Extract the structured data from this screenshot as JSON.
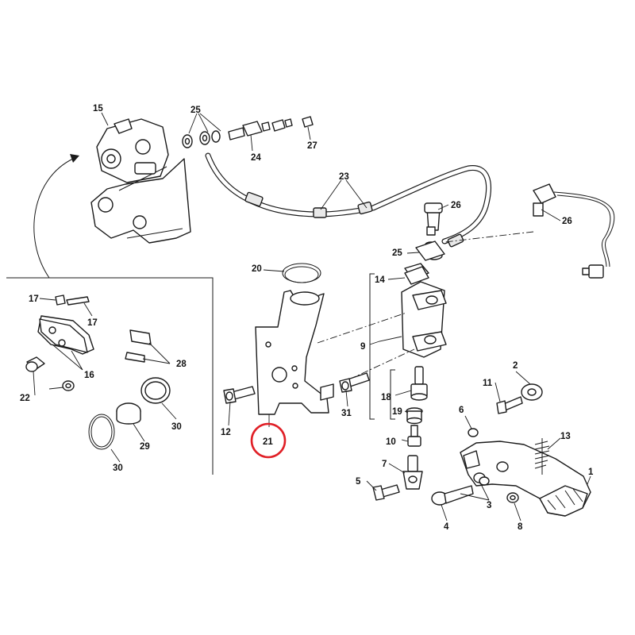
{
  "diagram": {
    "callouts": {
      "c1": "1",
      "c2": "2",
      "c3": "3",
      "c4": "4",
      "c5": "5",
      "c6": "6",
      "c7": "7",
      "c8": "8",
      "c9": "9",
      "c10": "10",
      "c11": "11",
      "c12": "12",
      "c13": "13",
      "c14": "14",
      "c15": "15",
      "c16": "16",
      "c17a": "17",
      "c17b": "17",
      "c18": "18",
      "c19": "19",
      "c20": "20",
      "c21": "21",
      "c22": "22",
      "c23": "23",
      "c24": "24",
      "c25a": "25",
      "c25b": "25",
      "c26a": "26",
      "c26b": "26",
      "c27": "27",
      "c28": "28",
      "c29": "29",
      "c30a": "30",
      "c30b": "30",
      "c31": "31"
    },
    "highlighted_part": "21",
    "highlight_color": "#e01f26",
    "line_color": "#1a1a1a"
  }
}
